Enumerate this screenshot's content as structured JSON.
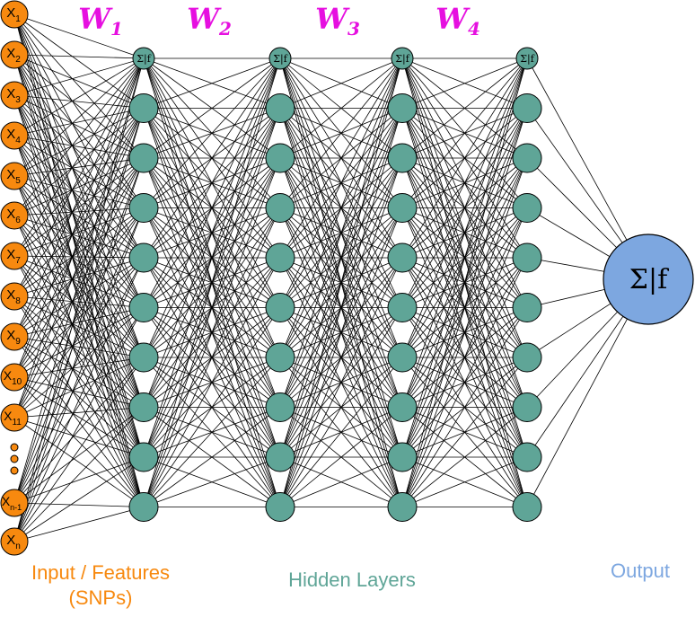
{
  "weights": [
    {
      "base": "W",
      "sub": "1"
    },
    {
      "base": "W",
      "sub": "2"
    },
    {
      "base": "W",
      "sub": "3"
    },
    {
      "base": "W",
      "sub": "4"
    }
  ],
  "inputs": [
    {
      "base": "X",
      "sub": "1"
    },
    {
      "base": "X",
      "sub": "2"
    },
    {
      "base": "X",
      "sub": "3"
    },
    {
      "base": "X",
      "sub": "4"
    },
    {
      "base": "X",
      "sub": "5"
    },
    {
      "base": "X",
      "sub": "6"
    },
    {
      "base": "X",
      "sub": "7"
    },
    {
      "base": "X",
      "sub": "8"
    },
    {
      "base": "X",
      "sub": "9"
    },
    {
      "base": "X",
      "sub": "10"
    },
    {
      "base": "X",
      "sub": "11"
    },
    {
      "base": "X",
      "sub": "n-1"
    },
    {
      "base": "X",
      "sub": "n"
    }
  ],
  "hidden_node_label": "Σ|f",
  "hidden_layers": 4,
  "hidden_nodes_per_layer": 10,
  "output_node_label": "Σ|f",
  "captions": {
    "input_line1": "Input / Features",
    "input_line2": "(SNPs)",
    "hidden": "Hidden Layers",
    "output": "Output"
  },
  "colors": {
    "input_fill": "#f7890f",
    "hidden_fill": "#5fa597",
    "output_fill": "#7da7e0",
    "weight_label": "#e60fe0",
    "input_caption": "#f7890f",
    "hidden_caption": "#5fa597",
    "output_caption": "#7da7e0",
    "edge": "#000000"
  }
}
